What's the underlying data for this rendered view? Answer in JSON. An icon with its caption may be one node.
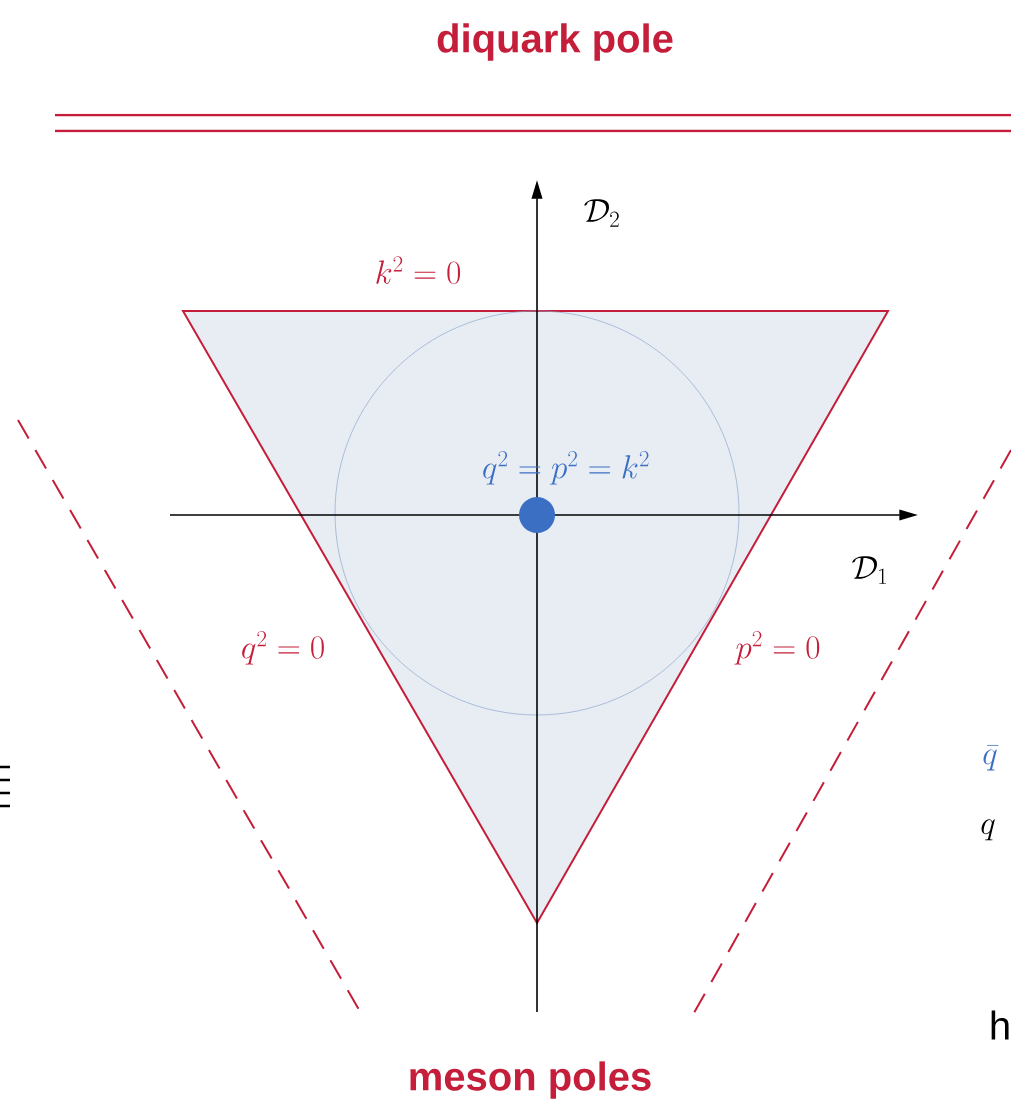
{
  "diagram": {
    "labels": [
      "diquark pole",
      "\\mathcal{D}_2",
      "k^2=0",
      "q^2=p^2=k^2",
      "\\mathcal{D}_1",
      "q^2=0",
      "p^2=0",
      "\\bar{q}",
      "q",
      "h",
      "meson poles"
    ]
  }
}
